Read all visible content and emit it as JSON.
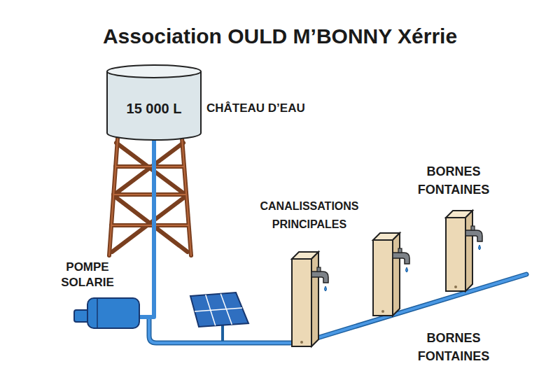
{
  "diagram": {
    "title": "Association OULD M’BONNY Xérrie",
    "nodes": [
      {
        "text": [
          "15 000 L",
          "CHÂTEAU D’EAU"
        ]
      },
      {
        "text": [
          "POMPE SOLARIE"
        ]
      }
    ],
    "edges": [
      {
        "from": 1,
        "to": 0,
        "arrow": "none"
      }
    ],
    "labels": [
      "CANALISSATIONS PRINCIPALES",
      "BORNES FONTAINES",
      "BORNES FONTAINES"
    ]
  }
}
